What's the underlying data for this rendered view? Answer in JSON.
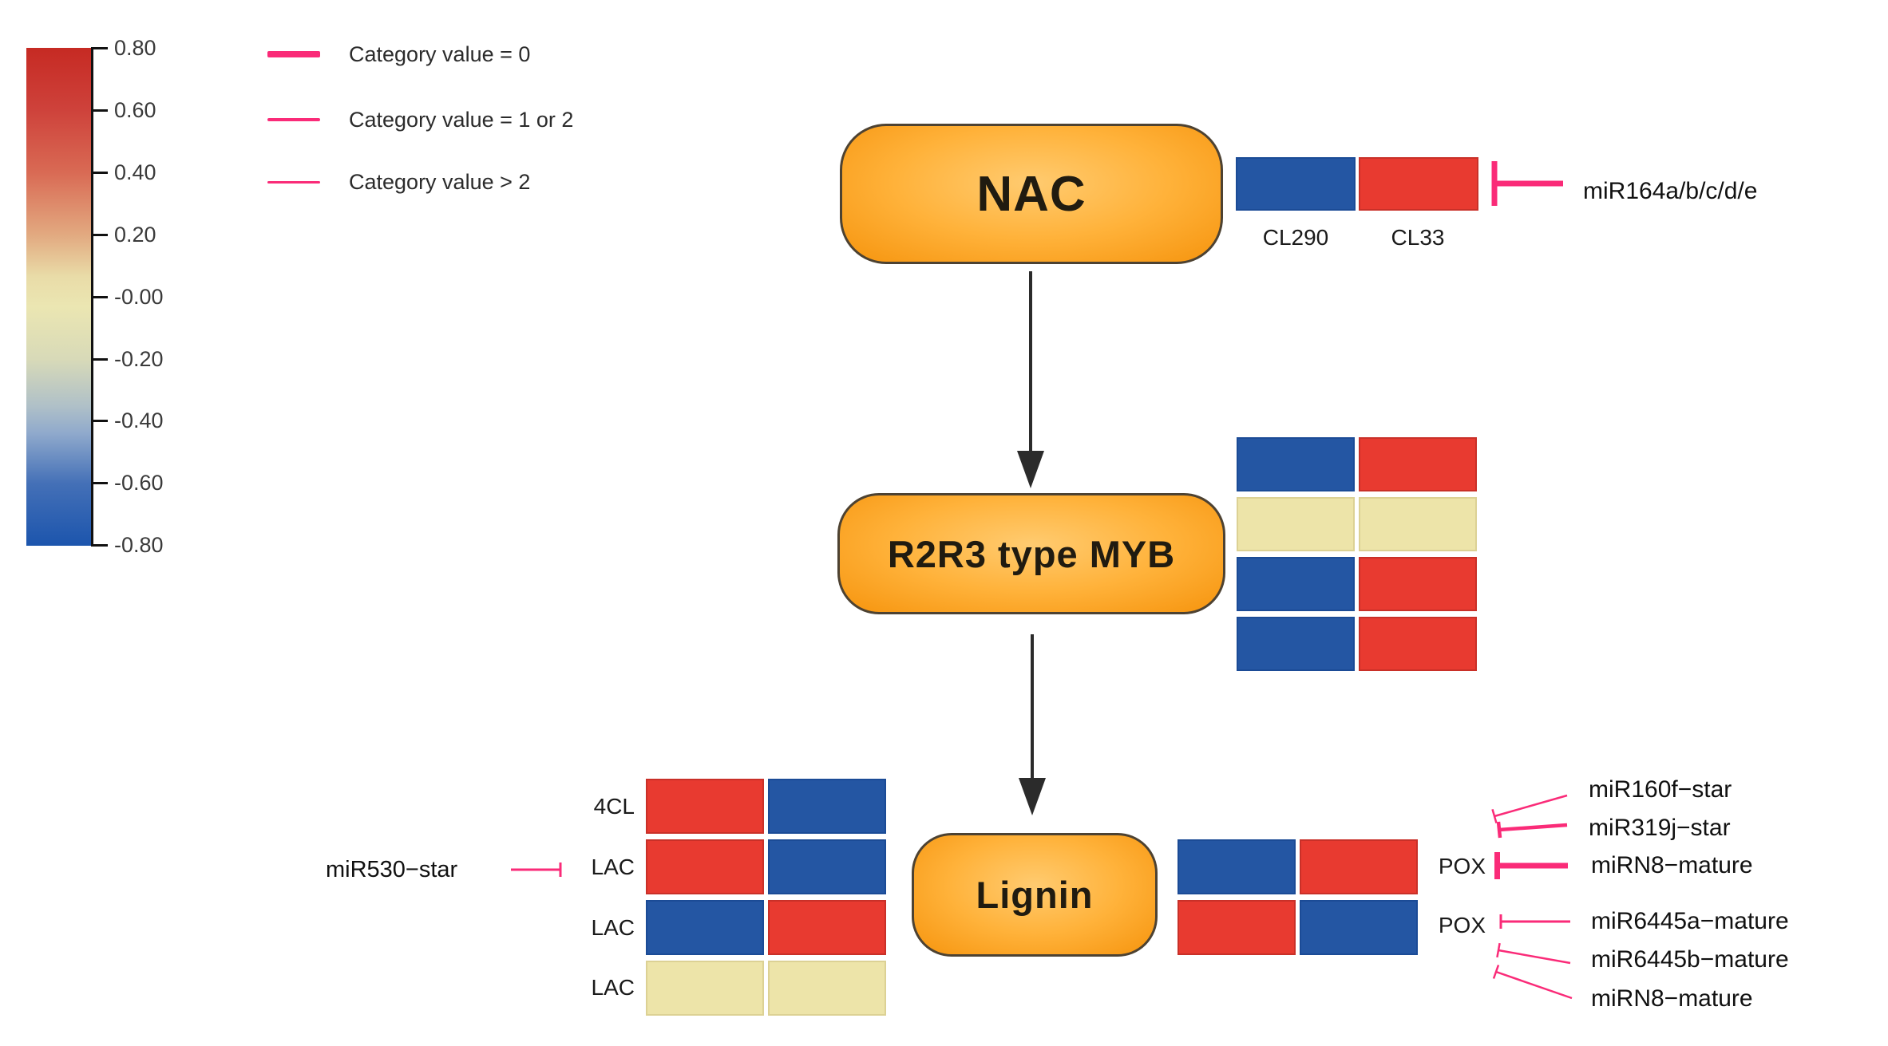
{
  "figure": {
    "background": "#FFFFFF"
  },
  "colors": {
    "heat_red": "#E83A30",
    "heat_red_border": "#C93028",
    "heat_blue": "#2456A3",
    "heat_blue_border": "#1B4B96",
    "heat_cream": "#EDE4A9",
    "heat_cream_border": "#DCD194",
    "pink": "#FA2B78",
    "arrow": "#2B2B2B",
    "node_fill_light": "#FFCB70",
    "node_fill_dark": "#F59109",
    "node_border": "#4D4232",
    "label_text": "#1A1A1A",
    "tick_text": "#3A3A3A"
  },
  "colorbar": {
    "tick_labels": [
      "0.80",
      "0.60",
      "0.40",
      "0.20",
      "-0.00",
      "-0.20",
      "-0.40",
      "-0.60",
      "-0.80"
    ],
    "top_value": "0.80",
    "bottom_value": "-0.80"
  },
  "legend": {
    "items": [
      {
        "label": "Category value = 0",
        "weight": "thick"
      },
      {
        "label": "Category value = 1 or 2",
        "weight": "medium"
      },
      {
        "label": "Category value > 2",
        "weight": "thin"
      }
    ]
  },
  "nodes": {
    "nac_label": "NAC",
    "myb_label": "R2R3 type MYB",
    "lignin_label": "Lignin"
  },
  "heatmaps": {
    "nac": {
      "rows": [
        [
          "blue",
          "red"
        ]
      ]
    },
    "myb": {
      "rows": [
        [
          "blue",
          "red"
        ],
        [
          "cream",
          "cream"
        ],
        [
          "blue",
          "red"
        ],
        [
          "blue",
          "red"
        ]
      ]
    },
    "lignin_left": {
      "rows": [
        [
          "red",
          "blue"
        ],
        [
          "red",
          "blue"
        ],
        [
          "blue",
          "red"
        ],
        [
          "cream",
          "cream"
        ]
      ]
    },
    "lignin_right": {
      "rows": [
        [
          "blue",
          "red"
        ],
        [
          "red",
          "blue"
        ]
      ]
    }
  },
  "labels": {
    "nac_cols": [
      "CL290",
      "CL33"
    ],
    "left_rows": [
      "4CL",
      "LAC",
      "LAC",
      "LAC"
    ],
    "right_rows": [
      "POX",
      "POX"
    ],
    "mir164": "miR164a/b/c/d/e",
    "mir530": "miR530−star",
    "right_mirnas": [
      "miR160f−star",
      "miR319j−star",
      "miRN8−mature",
      "miR6445a−mature",
      "miR6445b−mature",
      "miRN8−mature"
    ]
  }
}
